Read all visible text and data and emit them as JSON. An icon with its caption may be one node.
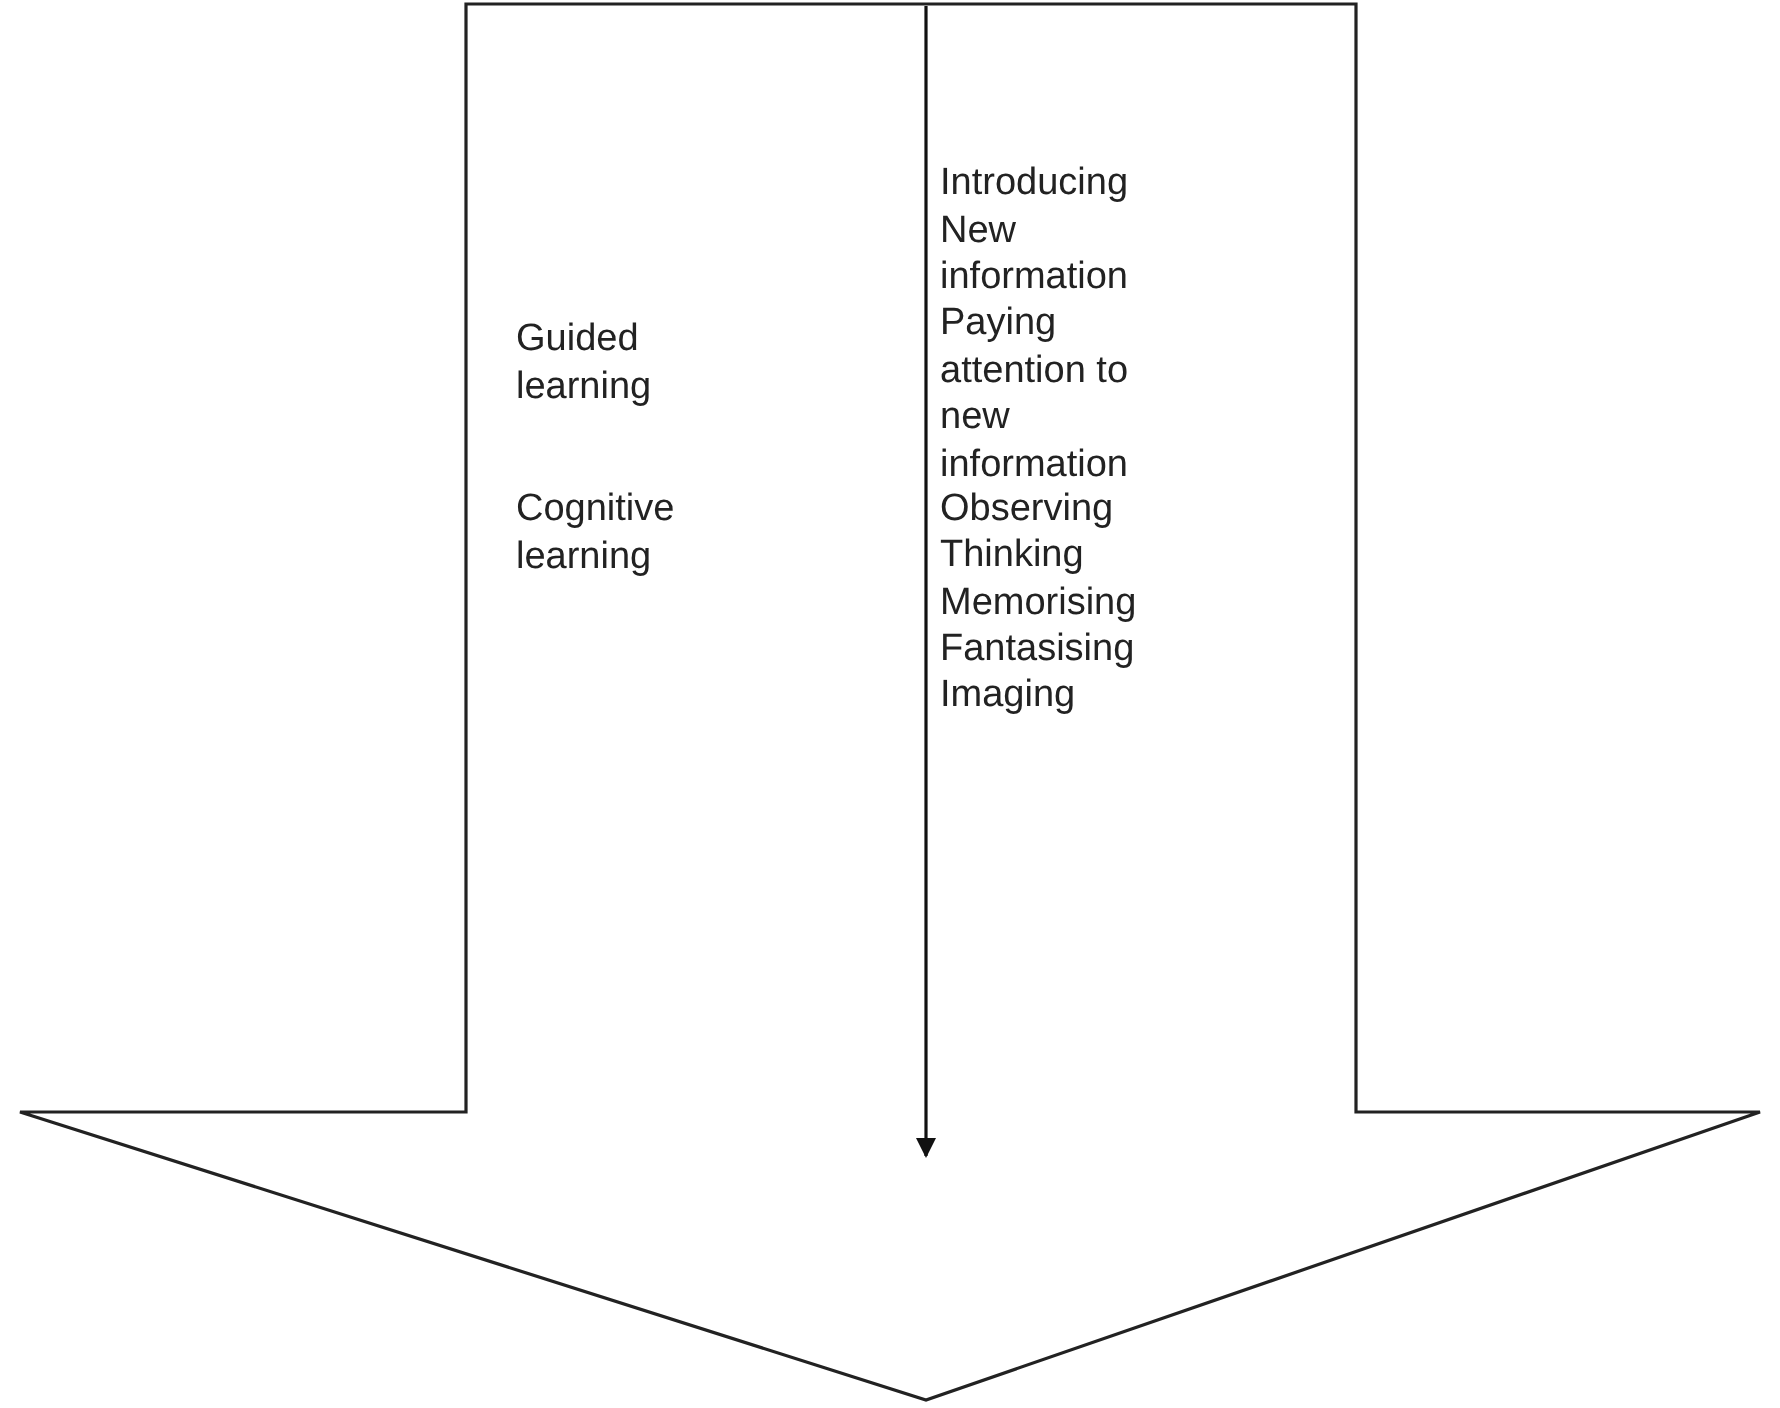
{
  "diagram": {
    "nodes": [
      {
        "text": [
          "Guided learning",
          "Introducing New information",
          "Paying attention to new information",
          "Cognitive learning",
          "Observing",
          "Thinking",
          "Memorising",
          "Fantasising",
          "Imaging"
        ]
      }
    ]
  }
}
